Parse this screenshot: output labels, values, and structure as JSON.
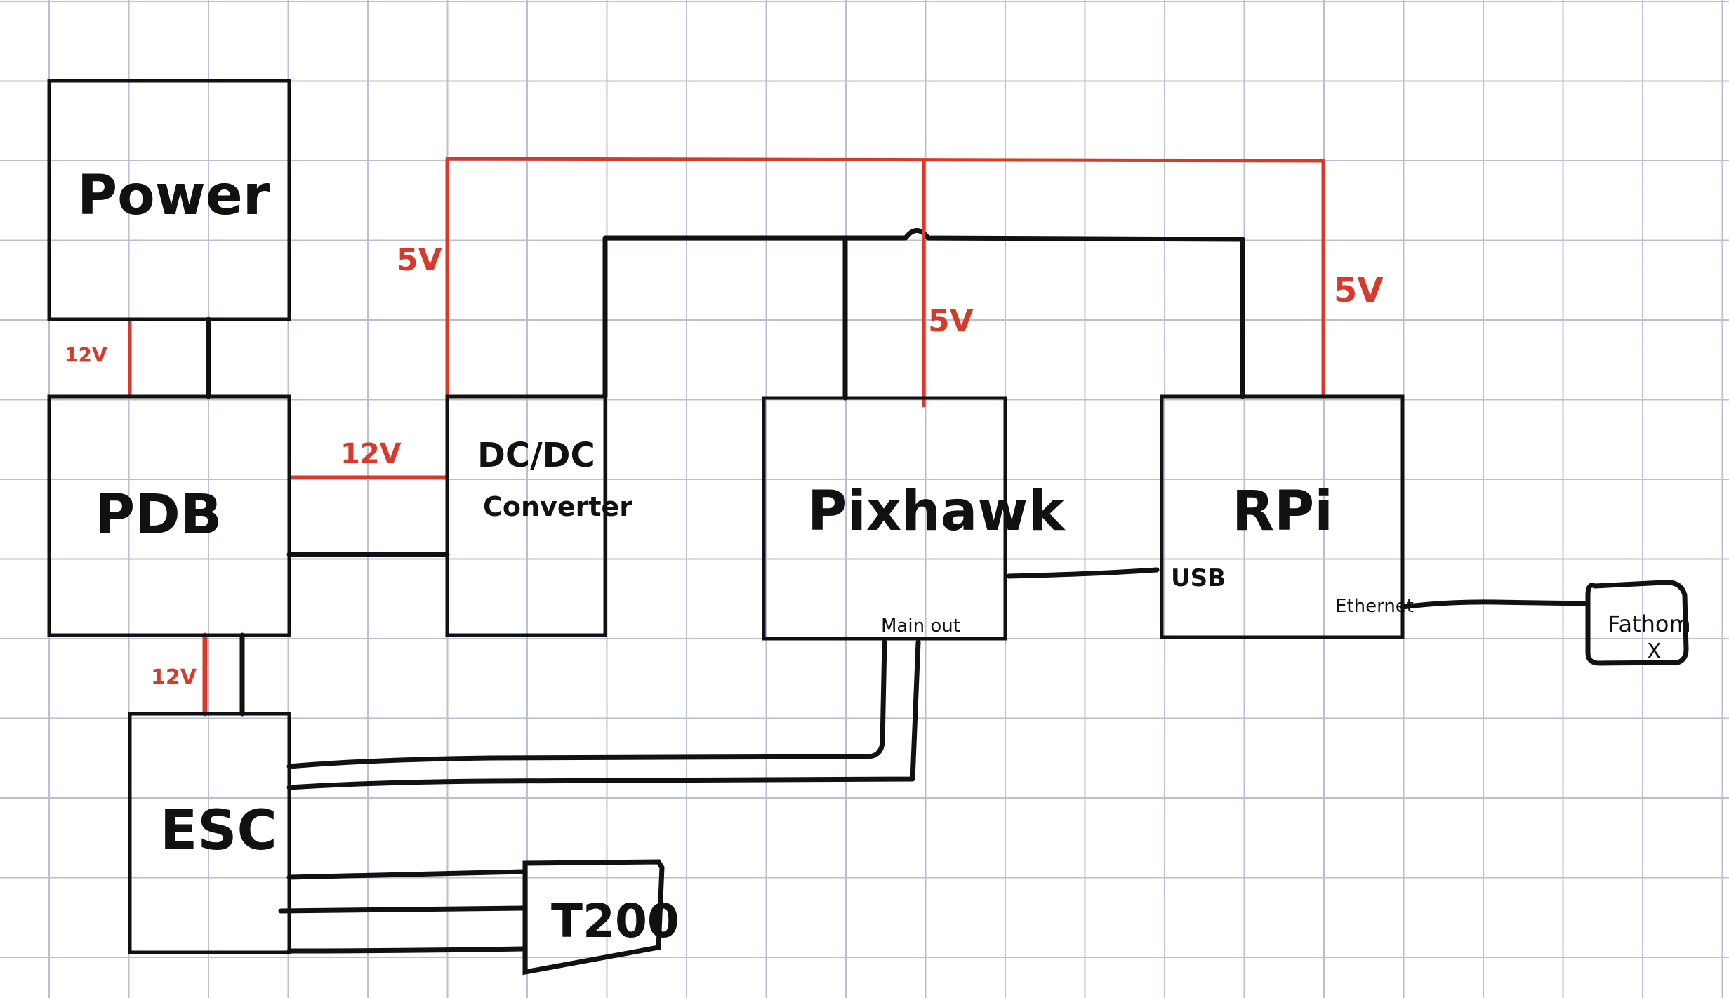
{
  "colors": {
    "grid": "#b8bfd6",
    "wire_black": "#111111",
    "wire_red": "#d7392b"
  },
  "blocks": {
    "power": "Power",
    "pdb": "PDB",
    "dcdc_line1": "DC/DC",
    "dcdc_line2": "Converter",
    "pixhawk": "Pixhawk",
    "rpi": "RPi",
    "esc": "ESC",
    "t200": "T200",
    "fathom_line1": "Fathom",
    "fathom_line2": "X"
  },
  "ports": {
    "pixhawk_main_out": "Main out",
    "rpi_usb": "USB",
    "rpi_ethernet": "Ethernet"
  },
  "voltages": {
    "power_to_pdb": "12V",
    "pdb_to_dcdc": "12V",
    "pdb_to_esc": "12V",
    "dcdc_out": "5V",
    "pixhawk_in": "5V",
    "rpi_in": "5V"
  }
}
